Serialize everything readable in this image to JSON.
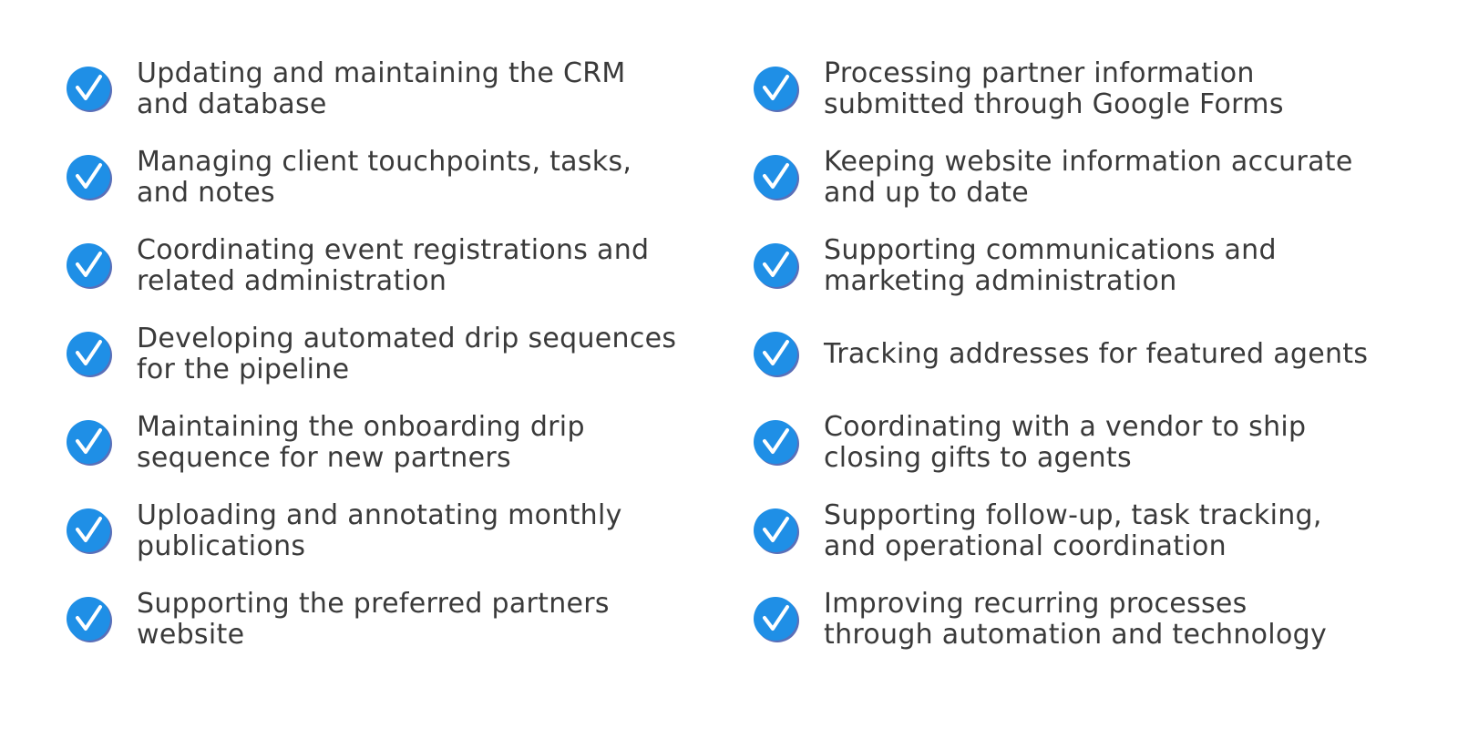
{
  "colors": {
    "check_fill": "#1f8fe6",
    "check_shadow": "#5a6fb8",
    "check_mark": "#ffffff",
    "text": "#3a3a3a"
  },
  "icon": "checkmark-circle-icon",
  "left_items": [
    {
      "line1": "Updating and maintaining the CRM",
      "line2": "and database"
    },
    {
      "line1": "Managing client touchpoints, tasks,",
      "line2": "and notes"
    },
    {
      "line1": "Coordinating event registrations and",
      "line2": "related administration"
    },
    {
      "line1": "Developing automated drip sequences",
      "line2": "for the pipeline"
    },
    {
      "line1": "Maintaining the onboarding drip",
      "line2": "sequence for new partners"
    },
    {
      "line1": "Uploading and annotating monthly",
      "line2": "publications"
    },
    {
      "line1": "Supporting the preferred partners",
      "line2": "website"
    }
  ],
  "right_items": [
    {
      "line1": "Processing partner information",
      "line2": "submitted through Google Forms"
    },
    {
      "line1": "Keeping website information accurate",
      "line2": "and up to date"
    },
    {
      "line1": "Supporting communications and",
      "line2": "marketing administration"
    },
    {
      "line1": "Tracking addresses for featured agents",
      "line2": ""
    },
    {
      "line1": "Coordinating with a vendor to ship",
      "line2": "closing gifts to agents"
    },
    {
      "line1": "Supporting follow-up, task tracking,",
      "line2": "and operational coordination"
    },
    {
      "line1": "Improving recurring processes",
      "line2": "through automation and technology"
    }
  ]
}
